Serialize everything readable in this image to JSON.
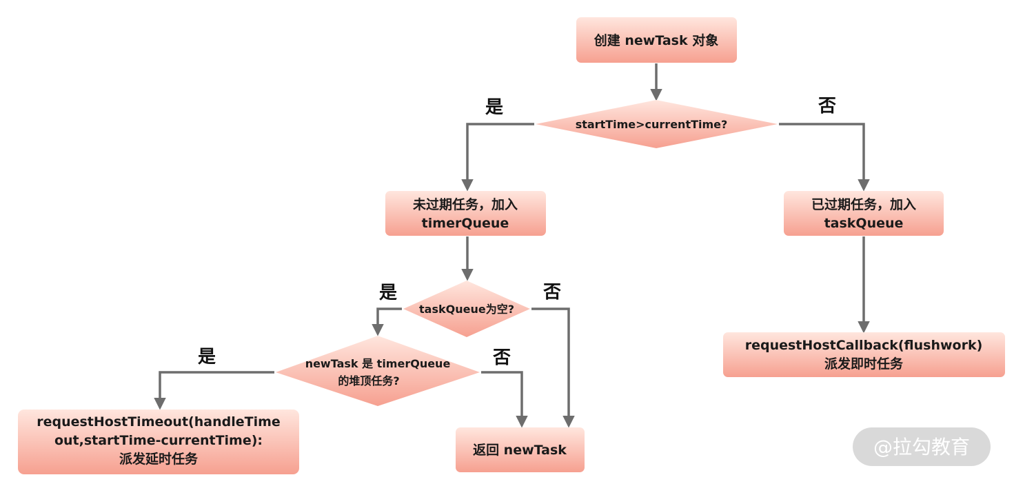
{
  "nodes": {
    "create_task": {
      "lines": [
        "创建 newTask 对象"
      ]
    },
    "decision_start_time": {
      "lines": [
        "startTime>currentTime?"
      ]
    },
    "timer_queue_box": {
      "lines": [
        "未过期任务，加入",
        "timerQueue"
      ]
    },
    "task_queue_box": {
      "lines": [
        "已过期任务，加入",
        "taskQueue"
      ]
    },
    "decision_task_queue_empty": {
      "lines": [
        "taskQueue为空?"
      ]
    },
    "decision_heap_top": {
      "lines": [
        "newTask 是 timerQueue",
        "的堆顶任务?"
      ]
    },
    "request_host_timeout": {
      "lines": [
        "requestHostTimeout(handleTime",
        "out,startTime-currentTime):",
        "派发延时任务"
      ]
    },
    "return_new_task": {
      "lines": [
        "返回 newTask"
      ]
    },
    "request_host_callback": {
      "lines": [
        "requestHostCallback(flushwork)",
        "派发即时任务"
      ]
    }
  },
  "edge_labels": {
    "start_time_yes": "是",
    "start_time_no": "否",
    "queue_empty_yes": "是",
    "queue_empty_no": "否",
    "heap_top_yes": "是",
    "heap_top_no": "否"
  },
  "watermark": "@拉勾教育",
  "colors": {
    "node_fill_top": "#ffe6de",
    "node_fill_bottom": "#f6a090",
    "edge": "#6d6d6d",
    "text": "#1a1a1a",
    "watermark_bg": "#d9d9d9",
    "watermark_text": "#ffffff"
  }
}
